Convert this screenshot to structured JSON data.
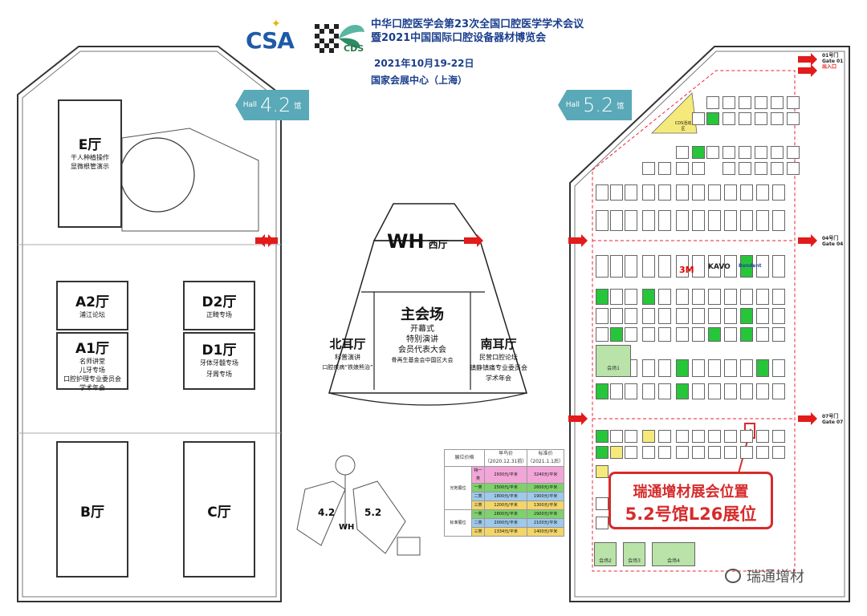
{
  "header": {
    "line1": "中华口腔医学会第23次全国口腔医学学术会议",
    "line2": "暨2021中国国际口腔设备器材博览会",
    "date": "2021年10月19-22日",
    "venue": "国家会展中心（上海）",
    "csa_logo": "CSA",
    "cds_logo": "CDS",
    "brand_color": "#1a3e8c"
  },
  "hall_42": {
    "banner": {
      "prefix": "Hall",
      "number": "4.2",
      "suffix": "馆"
    },
    "rooms": [
      {
        "name": "E厅",
        "lines": [
          "干人种植操作",
          "显微根管演示"
        ]
      },
      {
        "name": "A2厅",
        "lines": [
          "浦江论坛"
        ]
      },
      {
        "name": "D2厅",
        "lines": [
          "正畸专场"
        ]
      },
      {
        "name": "A1厅",
        "lines": [
          "名师讲堂",
          "儿牙专场",
          "口腔护理专业委员会",
          "学术年会"
        ]
      },
      {
        "name": "D1厅",
        "lines": [
          "牙体牙髓专场",
          "牙周专场"
        ]
      },
      {
        "name": "B厅",
        "lines": []
      },
      {
        "name": "C厅",
        "lines": []
      }
    ]
  },
  "hall_wh": {
    "west": "WH",
    "west_suffix": "西厅",
    "main": {
      "name": "主会场",
      "lines": [
        "开幕式",
        "特别演讲",
        "会员代表大会",
        "骨再生基金会中国区大会"
      ]
    },
    "north": {
      "name": "北耳厅",
      "lines": [
        "科普演讲",
        "口腔疾病“铁娘熊治”"
      ]
    },
    "south": {
      "name": "南耳厅",
      "lines": [
        "民营口腔论坛",
        "镇静镇痛专业委员会",
        "学术年会"
      ]
    }
  },
  "mini_map": {
    "left": "4.2",
    "right": "5.2",
    "center": "WH"
  },
  "price_table": {
    "header": [
      "展位价格",
      "早鸟价",
      "标准价"
    ],
    "header_sub": [
      "",
      "（2020.12.31前）",
      "（2021.1.1后）"
    ],
    "groups": [
      {
        "name": "光地展位",
        "rows": [
          {
            "cat": "特一类",
            "early": "2930元/平米",
            "std": "3240元/平米",
            "cls": "cat-special"
          },
          {
            "cat": "一类",
            "early": "2500元/平米",
            "std": "2600元/平米",
            "cls": "cat-one"
          },
          {
            "cat": "二类",
            "early": "1800元/平米",
            "std": "1900元/平米",
            "cls": "cat-two"
          },
          {
            "cat": "三类",
            "early": "1200元/平米",
            "std": "1300元/平米",
            "cls": "cat-three"
          }
        ]
      },
      {
        "name": "标准展位",
        "rows": [
          {
            "cat": "一类",
            "early": "2800元/平米",
            "std": "2900元/平米",
            "cls": "cat-one"
          },
          {
            "cat": "二类",
            "early": "2000元/平米",
            "std": "2100元/平米",
            "cls": "cat-two"
          },
          {
            "cat": "三类",
            "early": "1334元/平米",
            "std": "1400元/平米",
            "cls": "cat-three"
          }
        ]
      }
    ]
  },
  "hall_52": {
    "banner": {
      "prefix": "Hall",
      "number": "5.2",
      "suffix": "馆"
    },
    "gates": [
      {
        "l1": "01号门",
        "l2": "Gate 01",
        "l3": "出入口"
      },
      {
        "l1": "04号门",
        "l2": "Gate 04",
        "l3": ""
      },
      {
        "l1": "07号门",
        "l2": "Gate 07",
        "l3": ""
      }
    ],
    "labels": [
      "CDS活动区",
      "3M",
      "KAVO",
      "Bondent",
      "会场1",
      "会场2",
      "会场3",
      "会场4"
    ],
    "callout_line1": "瑞通增材展会位置",
    "callout_line2": "5.2号馆L26展位"
  },
  "watermark": "瑞通增材"
}
